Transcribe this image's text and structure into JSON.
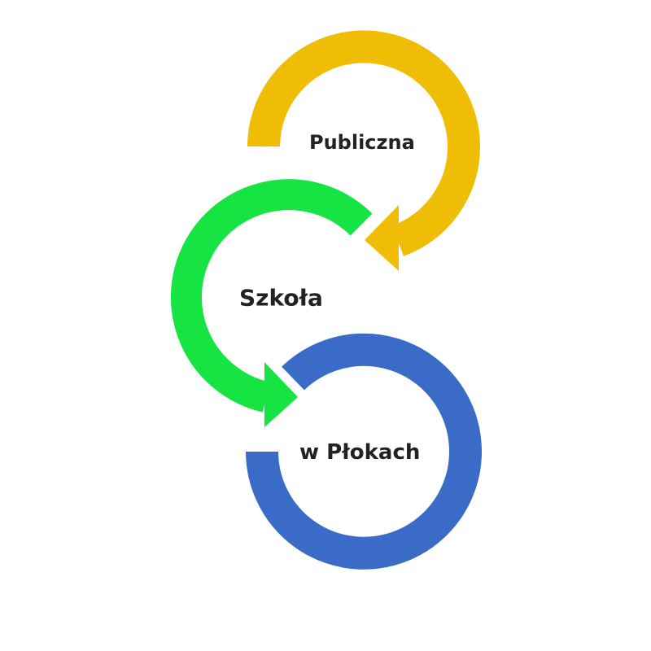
{
  "labels": {
    "top": "Publiczna",
    "middle": "Szkoła",
    "bottom": "w Płokach"
  },
  "colors": {
    "top_arrow": "#efbd06",
    "middle_arrow": "#16e443",
    "bottom_ring": "#3a6bc6",
    "text": "#222222"
  }
}
